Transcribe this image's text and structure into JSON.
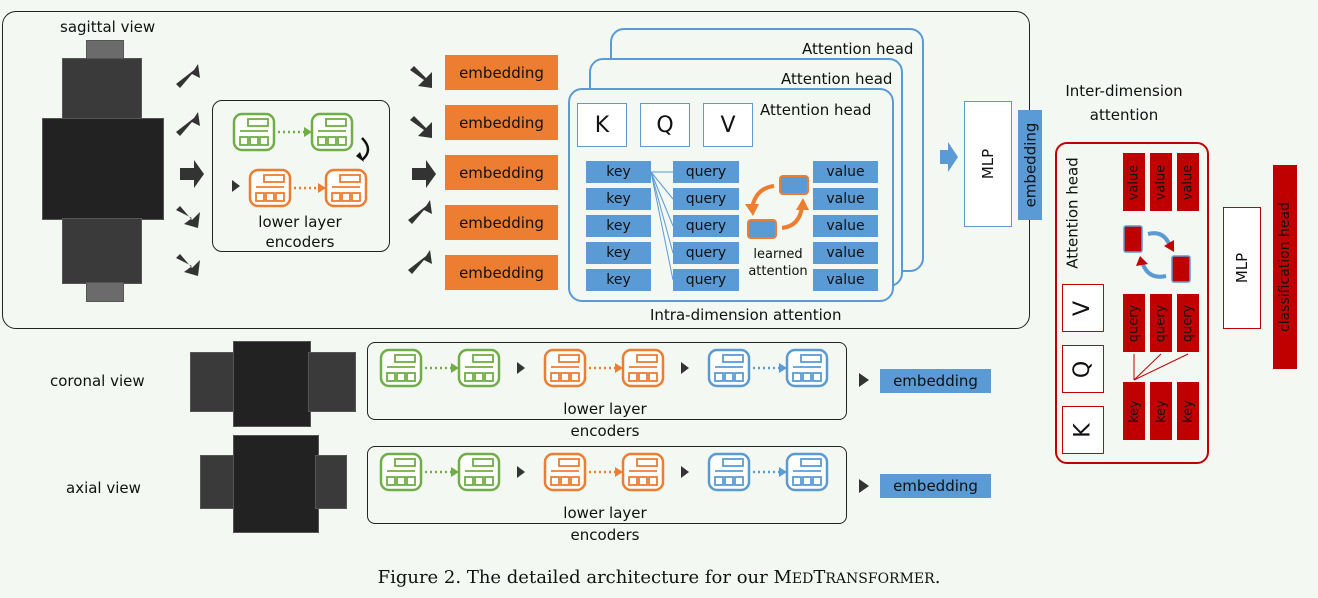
{
  "views": {
    "sagittal": "sagittal view",
    "coronal": "coronal view",
    "axial": "axial view"
  },
  "lower_encoder": {
    "line1": "lower layer",
    "line2": "encoders"
  },
  "embedding_label": "embedding",
  "attention_head_label": "Attention head",
  "kqv": [
    "K",
    "Q",
    "V"
  ],
  "key_label": "key",
  "query_label": "query",
  "value_label": "value",
  "learned_attention": {
    "line1": "learned",
    "line2": "attention"
  },
  "mlp_label": "MLP",
  "intra_label": "Intra-dimension attention",
  "inter_label": {
    "line1": "Inter-dimension",
    "line2": "attention"
  },
  "classification_head_label": "classification head",
  "caption": {
    "prefix": "Figure 2. The detailed architecture for our M",
    "small1": "ED",
    "mid": "T",
    "small2": "RANSFORMER",
    "suffix": "."
  },
  "colors": {
    "green": "#70ad47",
    "orange": "#ed7d31",
    "blue": "#5b9bd5",
    "red": "#c00000",
    "background": "#f3f8f3"
  }
}
